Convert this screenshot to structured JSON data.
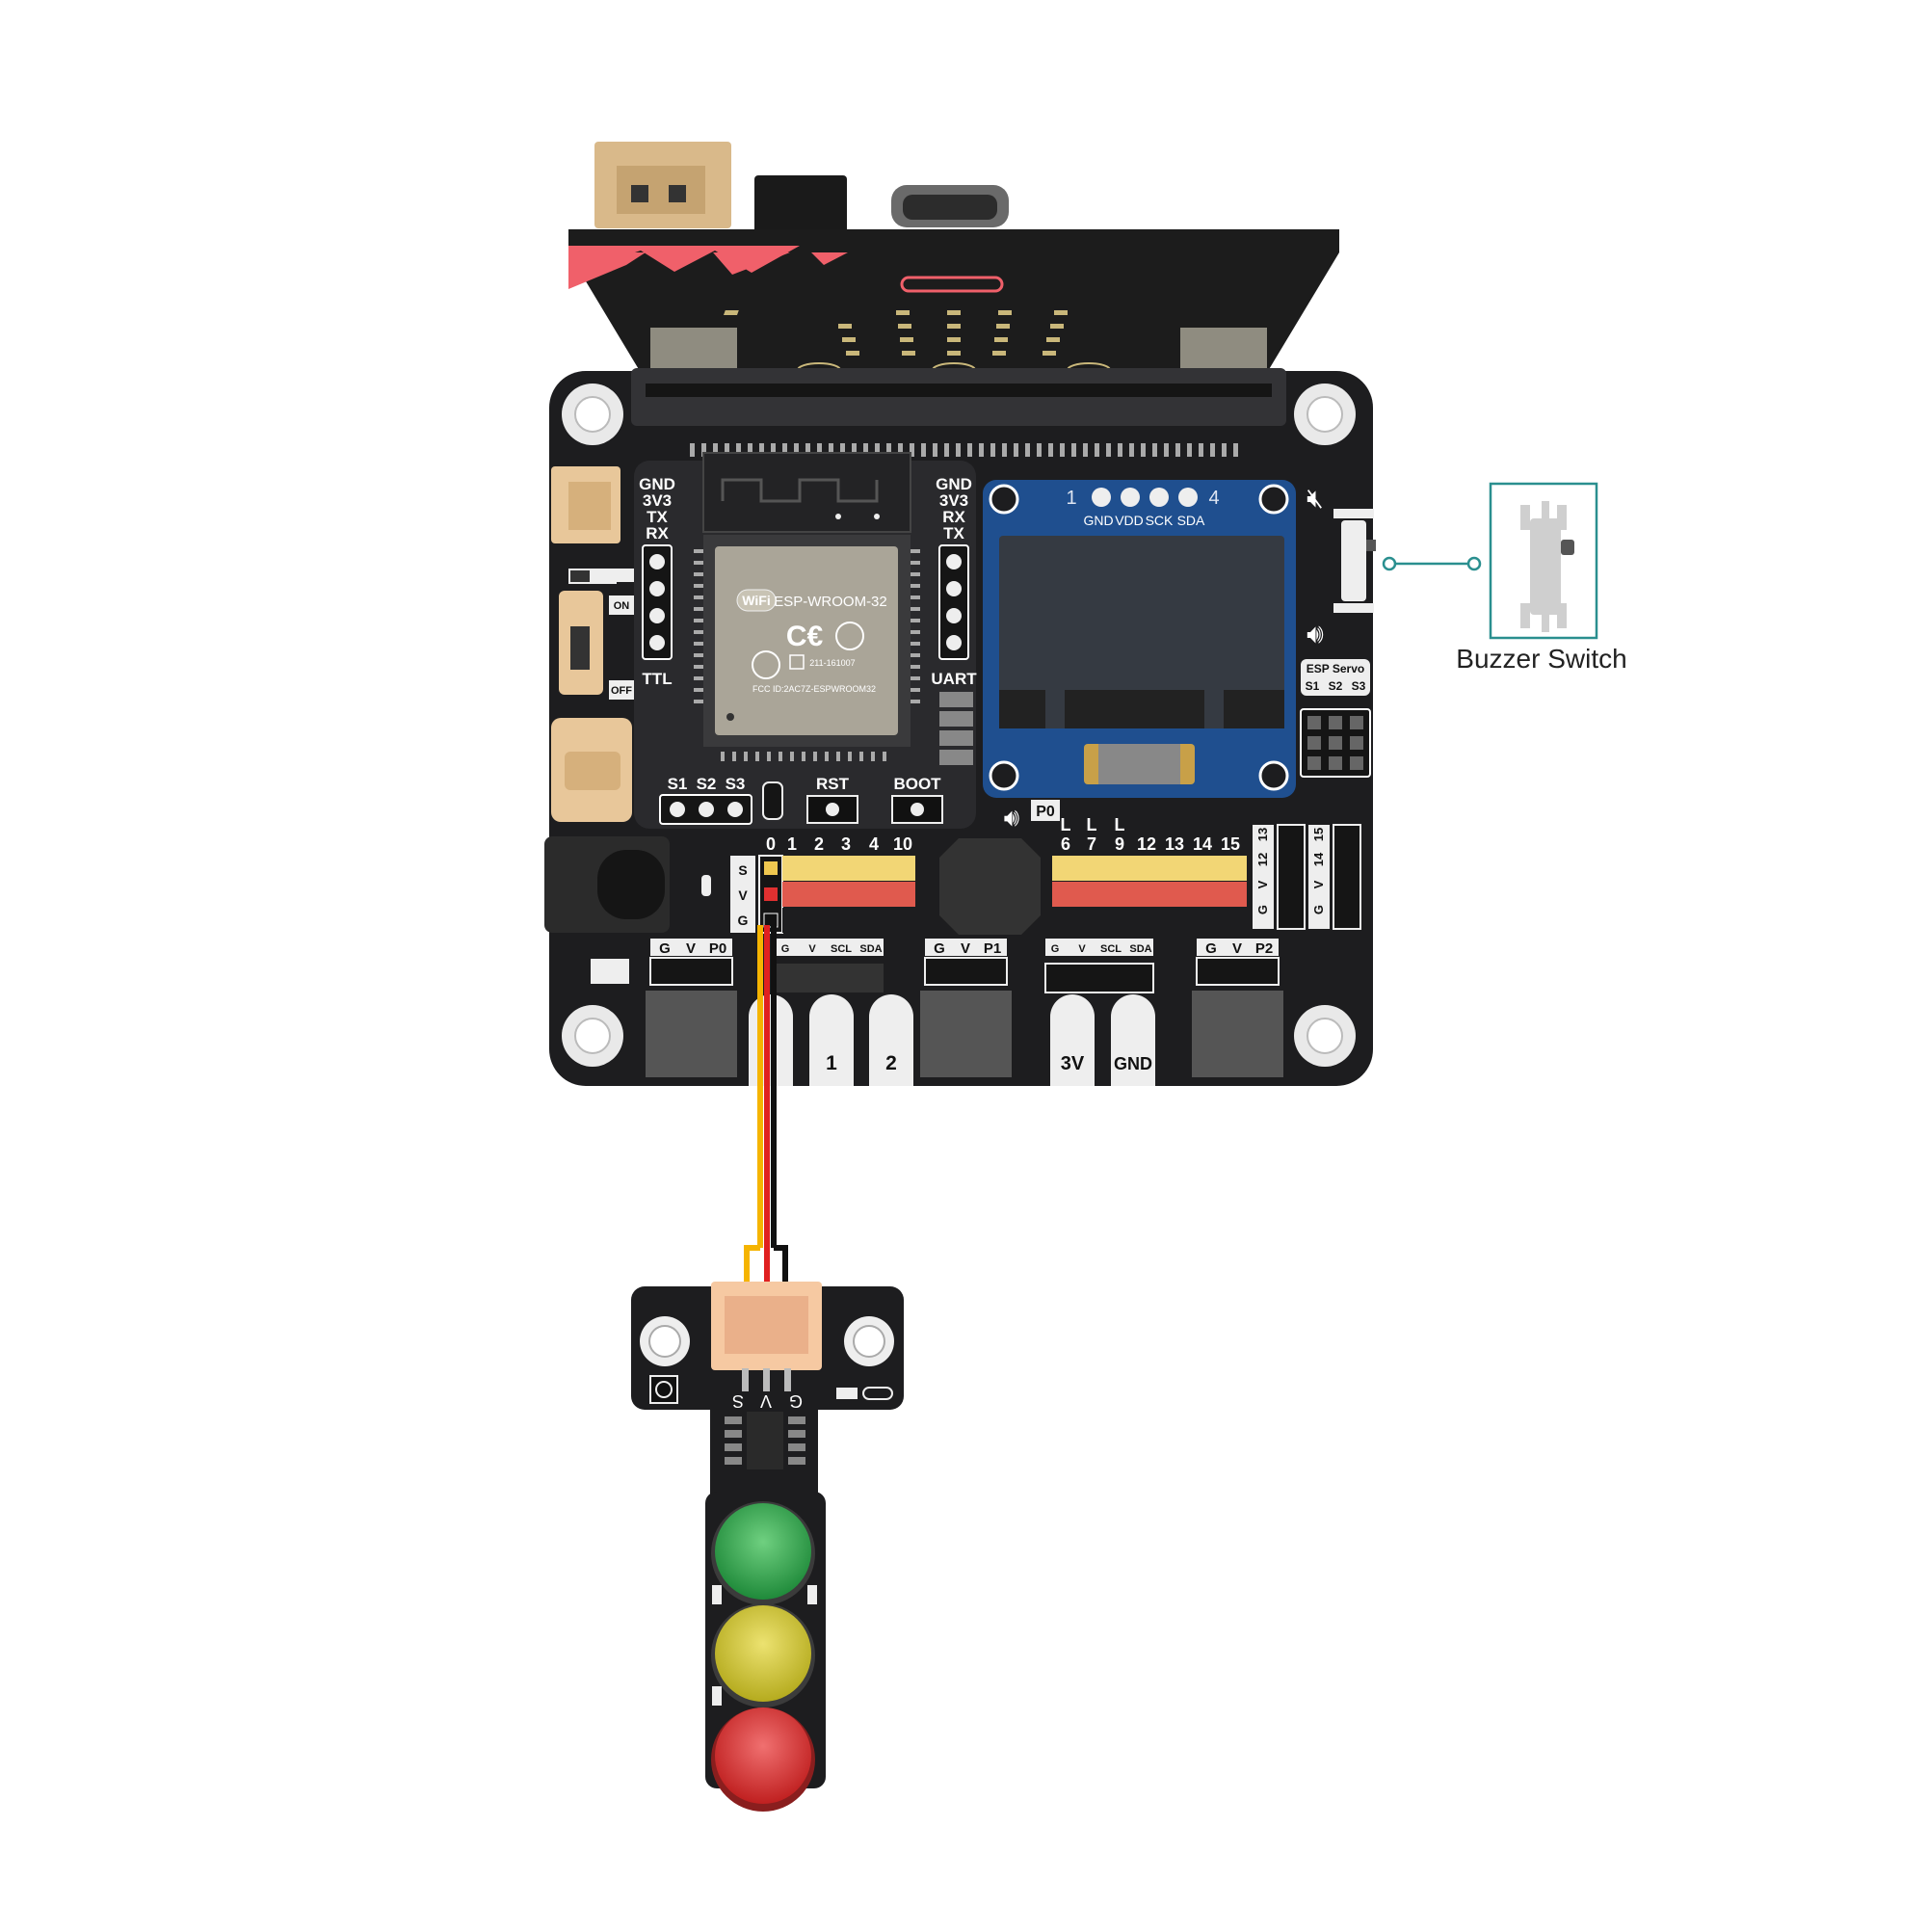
{
  "board": {
    "ttl": {
      "pins": [
        "GND",
        "3V3",
        "TX",
        "RX"
      ],
      "name": "TTL"
    },
    "uart": {
      "pins": [
        "GND",
        "3V3",
        "RX",
        "TX"
      ],
      "name": "UART"
    },
    "module": {
      "brand": "WiFi",
      "model": "ESP-WROOM-32",
      "reg": "211-161007",
      "fcc": "FCC ID:2AC7Z-ESPWROOM32"
    },
    "switch": {
      "on": "ON",
      "off": "OFF"
    },
    "buttons": {
      "servo_left": [
        "S1",
        "S2",
        "S3"
      ],
      "rst": "RST",
      "boot": "BOOT"
    },
    "oled": {
      "num_left": "1",
      "num_right": "4",
      "pins": [
        "GND",
        "VDD",
        "SCK",
        "SDA"
      ]
    },
    "esp_servo": {
      "title": "ESP Servo",
      "pins": [
        "S1",
        "S2",
        "S3"
      ]
    },
    "p0_tag": "P0",
    "header_left": {
      "numbers": [
        "0",
        "1",
        "2",
        "3",
        "4",
        "10"
      ],
      "rows": [
        "S",
        "V",
        "G"
      ]
    },
    "header_right": {
      "marks": [
        "L",
        "L",
        "L"
      ],
      "numbers": [
        "6",
        "7",
        "9",
        "12",
        "13",
        "14",
        "15"
      ]
    },
    "header_far": {
      "cols_a": [
        "13",
        "12",
        "V",
        "G"
      ],
      "cols_b": [
        "15",
        "14",
        "V",
        "G"
      ]
    },
    "bottom_ports": {
      "p0": [
        "G",
        "V",
        "P0"
      ],
      "i2c_left": [
        "G",
        "V",
        "SCL",
        "SDA"
      ],
      "p1": [
        "G",
        "V",
        "P1"
      ],
      "i2c_right": [
        "G",
        "V",
        "SCL",
        "SDA"
      ],
      "p2": [
        "G",
        "V",
        "P2"
      ]
    },
    "edge_pins": [
      "1",
      "2",
      "3V",
      "GND"
    ]
  },
  "traffic_light": {
    "pin_labels": [
      "S",
      "V",
      "G"
    ]
  },
  "buzzer": {
    "caption": "Buzzer Switch"
  },
  "colors": {
    "board": "#1d1d1f",
    "microbit_accent": "#f0606a",
    "wire_signal": "#f5b400",
    "wire_power": "#e02020",
    "wire_ground": "#111111",
    "green": "#2ea84a",
    "yellow": "#d4cc2c",
    "red": "#d83434",
    "teal": "#2a8f8f",
    "oled_blue": "#1f4f8f"
  }
}
